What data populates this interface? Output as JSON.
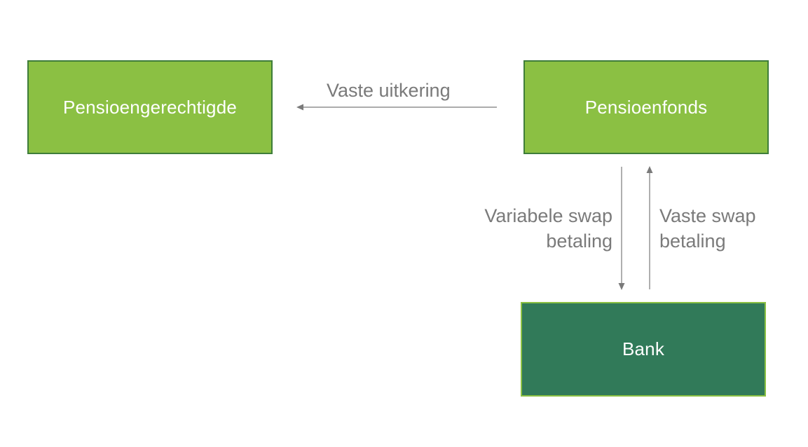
{
  "nodes": {
    "pensioengerechtigde": "Pensioengerechtigde",
    "pensioenfonds": "Pensioenfonds",
    "bank": "Bank"
  },
  "edges": {
    "vaste_uitkering": "Vaste uitkering",
    "variabele_swap": {
      "line1": "Variabele swap",
      "line2": "betaling"
    },
    "vaste_swap": {
      "line1": "Vaste swap",
      "line2": "betaling"
    }
  },
  "colors": {
    "node_light": "#8bc043",
    "node_dark": "#317a59",
    "arrow": "#7a7a7a"
  }
}
